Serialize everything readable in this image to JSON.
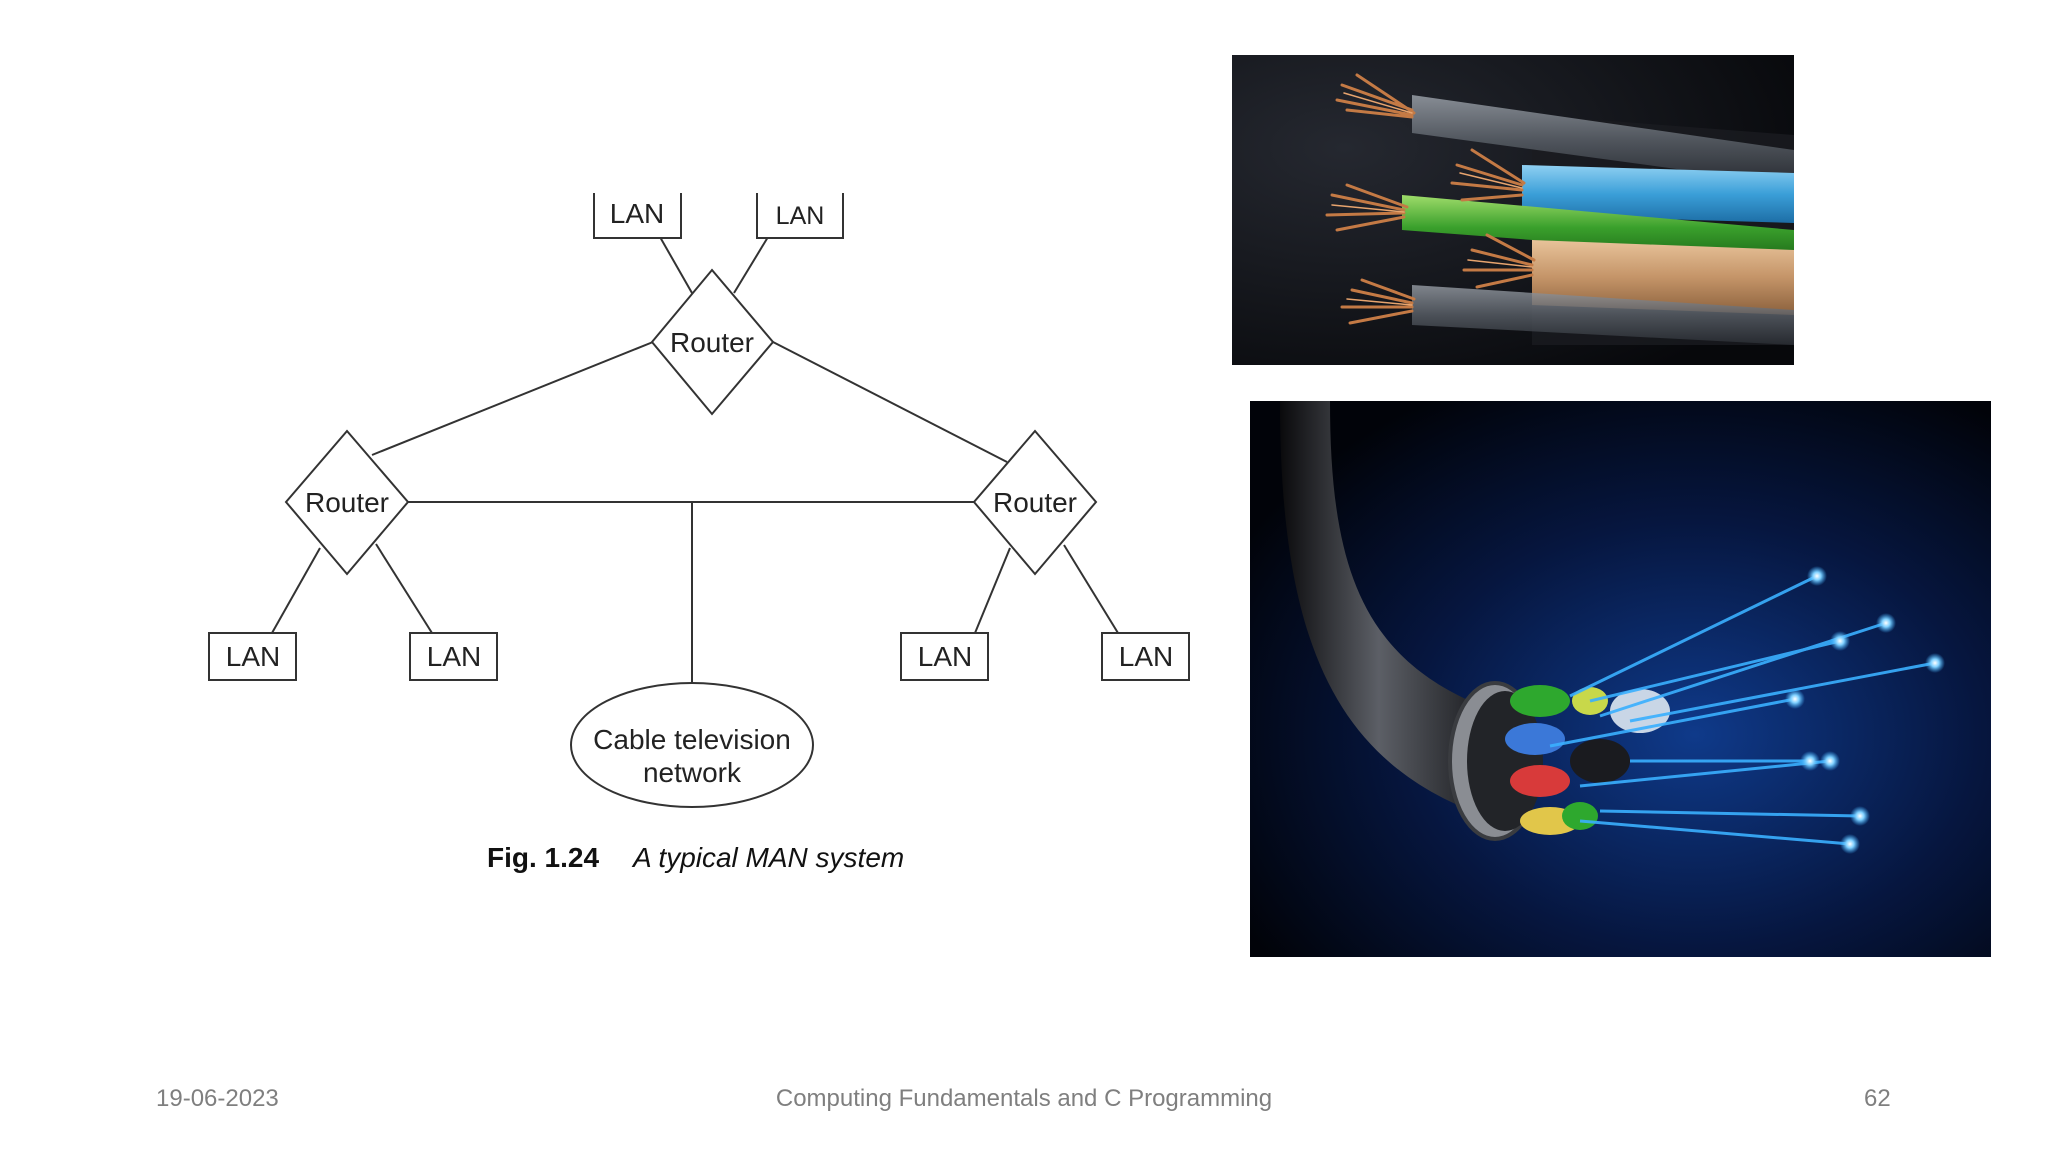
{
  "diagram": {
    "lan_label": "LAN",
    "router_label": "Router",
    "cable_line1": "Cable television",
    "cable_line2": "network",
    "caption_number": "Fig. 1.24",
    "caption_text": "A typical MAN system"
  },
  "footer": {
    "date": "19-06-2023",
    "title": "Computing Fundamentals and C Programming",
    "page": "62"
  },
  "colors": {
    "line": "#333333",
    "footer_text": "#7f7f7f",
    "copper": "#c47a45",
    "fiber_glow": "#3ab0ff"
  },
  "icons": [
    "copper-cable-photo",
    "fiber-optic-cable-photo"
  ]
}
